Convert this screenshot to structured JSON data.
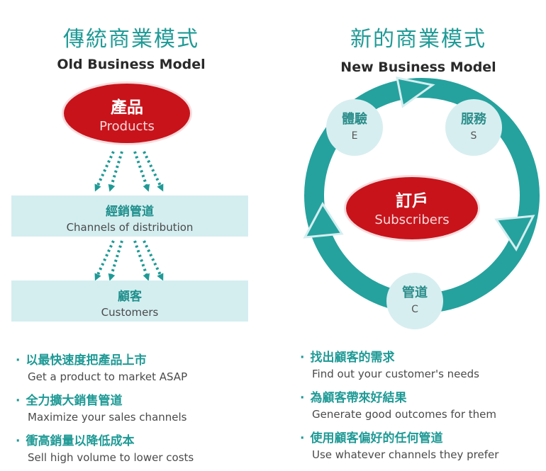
{
  "left": {
    "title_zh": "傳統商業模式",
    "title_en": "Old Business Model",
    "products": {
      "zh": "產品",
      "en": "Products"
    },
    "channels": {
      "zh": "經銷管道",
      "en": "Channels of distribution"
    },
    "customers": {
      "zh": "顧客",
      "en": "Customers"
    },
    "bullets": [
      {
        "zh": "以最快速度把產品上市",
        "en": "Get a product to market ASAP"
      },
      {
        "zh": "全力擴大銷售管道",
        "en": "Maximize your sales channels"
      },
      {
        "zh": "衝高銷量以降低成本",
        "en": "Sell high volume to lower costs"
      }
    ]
  },
  "right": {
    "title_zh": "新的商業模式",
    "title_en": "New Business Model",
    "subscribers": {
      "zh": "訂戶",
      "en": "Subscribers"
    },
    "nodes": {
      "experience": {
        "zh": "體驗",
        "en": "E"
      },
      "service": {
        "zh": "服務",
        "en": "S"
      },
      "channel": {
        "zh": "管道",
        "en": "C"
      }
    },
    "bullets": [
      {
        "zh": "找出顧客的需求",
        "en": "Find out your customer's needs"
      },
      {
        "zh": "為顧客帶來好結果",
        "en": "Generate good outcomes for them"
      },
      {
        "zh": "使用顧客偏好的任何管道",
        "en": "Use whatever channels they prefer"
      }
    ]
  },
  "colors": {
    "teal": "#1f9a96",
    "red": "#c8131b",
    "band": "#d4eef0"
  }
}
